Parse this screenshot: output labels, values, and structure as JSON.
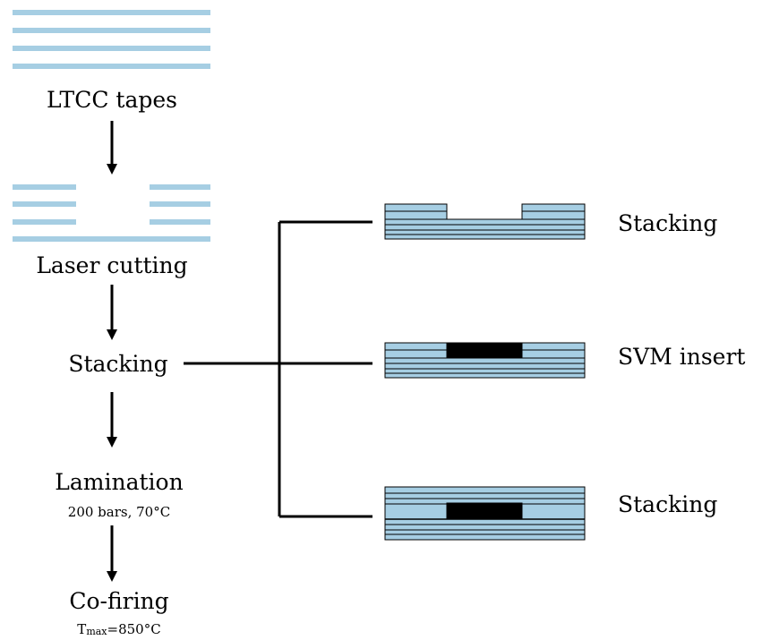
{
  "steps": {
    "tapes": "LTCC tapes",
    "laser": "Laser cutting",
    "stacking": "Stacking",
    "lamination": "Lamination",
    "lamination_params": "200 bars, 70°C",
    "cofiring": "Co-firing",
    "cofiring_param_t": "T",
    "cofiring_param_sub": "max",
    "cofiring_param_val": "=850°C"
  },
  "substeps": [
    {
      "label": "Stacking"
    },
    {
      "label": "SVM insert"
    },
    {
      "label": "Stacking"
    }
  ],
  "colors": {
    "tape": "#a6cee3",
    "line": "#000000",
    "insert": "#000000"
  }
}
